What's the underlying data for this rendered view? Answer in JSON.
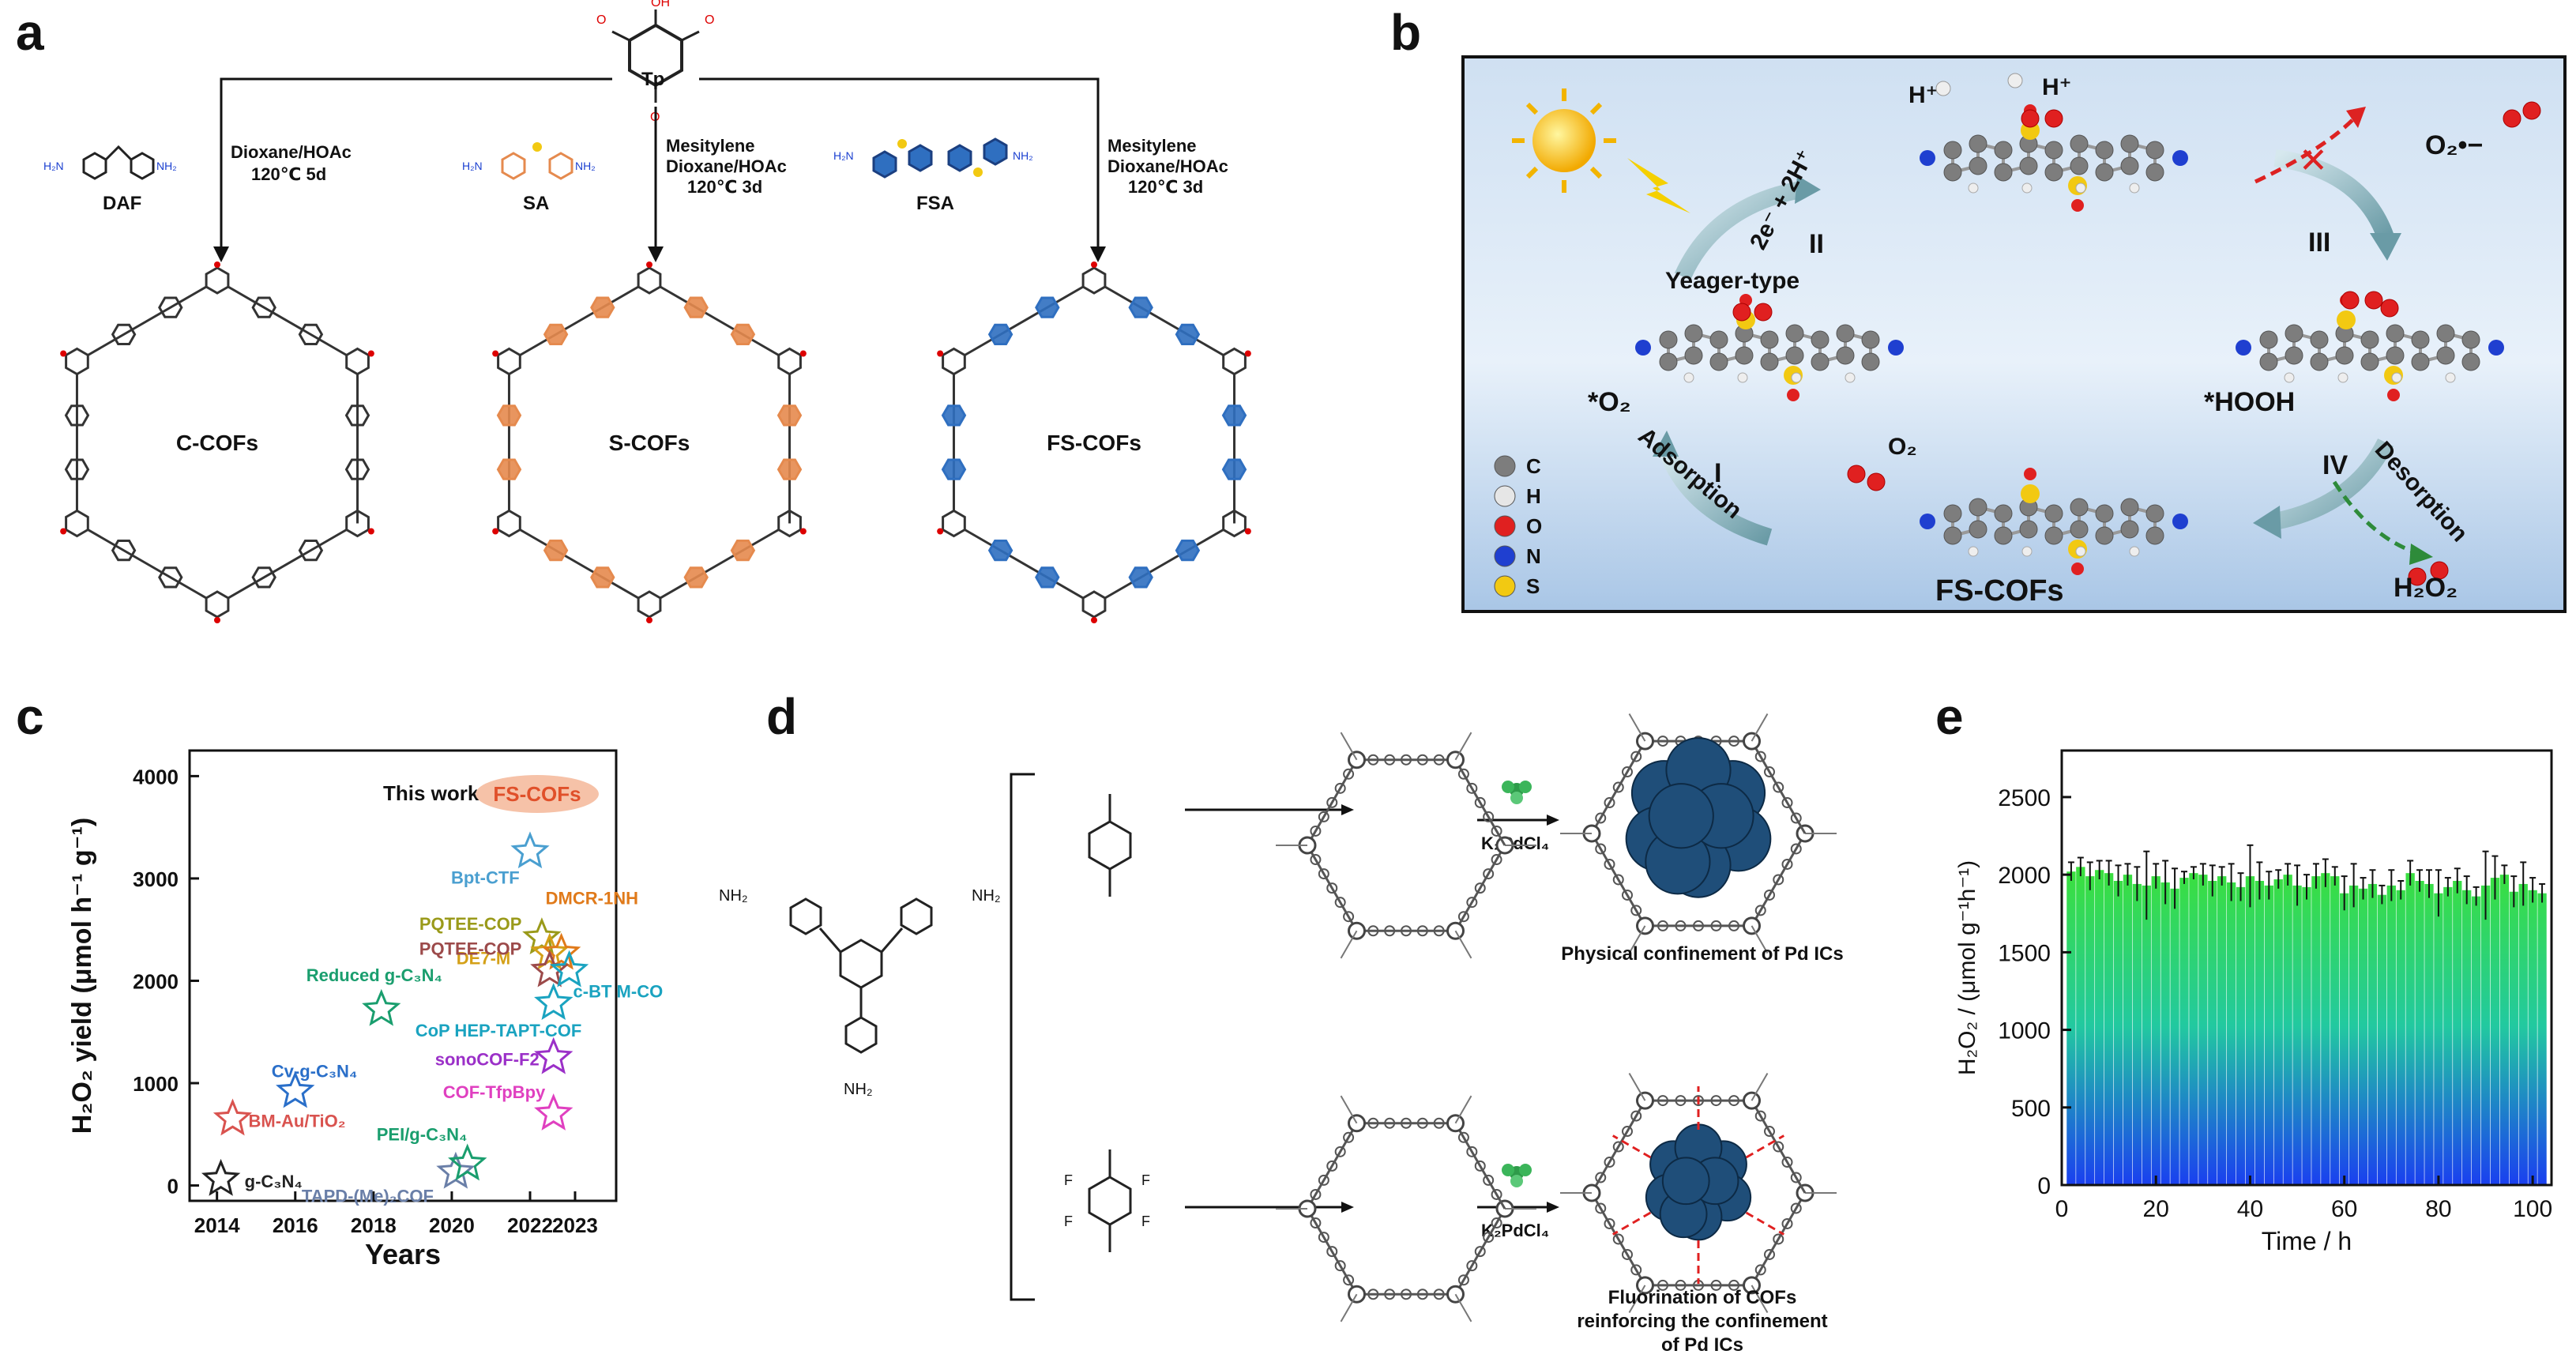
{
  "panels": {
    "a": {
      "label": "a",
      "monomer_top": "Tp",
      "linkers": [
        "DAF",
        "SA",
        "FSA"
      ],
      "conditions": [
        [
          "Dioxane/HOAc",
          "120℃ 5d"
        ],
        [
          "Mesitylene",
          "Dioxane/HOAc",
          "120℃ 3d"
        ],
        [
          "Mesitylene",
          "Dioxane/HOAc",
          "120℃ 3d"
        ]
      ],
      "products": [
        "C-COFs",
        "S-COFs",
        "FS-COFs"
      ],
      "colors": {
        "c": "#555555",
        "s": "#e58a4e",
        "fs": "#2f6fc0"
      }
    },
    "b": {
      "label": "b",
      "hplus1": "H⁺",
      "hplus2": "H⁺",
      "step_label_top": "2e⁻ + 2H⁺",
      "step_II": "II",
      "step_III": "III",
      "step_I": "I",
      "step_IV": "IV",
      "yeager": "Yeager-type",
      "o2_star": "*O₂",
      "hooh_star": "*HOOH",
      "superoxide": "O₂•−",
      "o2": "O₂",
      "h2o2": "H₂O₂",
      "adsorption": "Adsorption",
      "desorption": "Desorption",
      "fs_cofs": "FS-COFs",
      "legend": [
        {
          "sym": "C",
          "color": "#7d7d7d"
        },
        {
          "sym": "H",
          "color": "#e6e6e6"
        },
        {
          "sym": "O",
          "color": "#e02020"
        },
        {
          "sym": "N",
          "color": "#1f3fd0"
        },
        {
          "sym": "S",
          "color": "#f2c912"
        }
      ]
    },
    "c": {
      "label": "c",
      "this_work": "This work",
      "fs_label": "FS-COFs"
    },
    "d": {
      "label": "d",
      "nh2": [
        "NH₂",
        "NH₂",
        "NH₂"
      ],
      "reagent1": "K₂PdCl₄",
      "reagent2": "K₂PdCl₄",
      "caption1": "Physical confinement of Pd ICs",
      "caption2": [
        "Fluorination of COFs",
        "reinforcing the confinement",
        "of Pd ICs"
      ]
    },
    "e": {
      "label": "e"
    }
  },
  "chart_data": [
    {
      "type": "scatter",
      "xlabel": "Years",
      "ylabel": "H₂O₂ yield (μmol h⁻¹ g⁻¹)",
      "xlim": [
        2013.3,
        2024.2
      ],
      "ylim": [
        -150,
        4250
      ],
      "x_ticks": [
        "2014",
        "2016",
        "2018",
        "2020",
        "2022",
        "2023"
      ],
      "y_ticks": [
        "0",
        "1000",
        "2000",
        "3000",
        "4000"
      ],
      "points": [
        {
          "name": "g-C₃N₄",
          "x": 2014.1,
          "y": 60,
          "color": "#222222"
        },
        {
          "name": "BM-Au/TiO₂",
          "x": 2014.4,
          "y": 650,
          "color": "#d9534f"
        },
        {
          "name": "Cv-g-C₃N₄",
          "x": 2016.0,
          "y": 920,
          "color": "#2a6fc9"
        },
        {
          "name": "Reduced g-C₃N₄",
          "x": 2018.2,
          "y": 1720,
          "color": "#1a9e6e"
        },
        {
          "name": "TAPD-(Me)₂COF",
          "x": 2020.1,
          "y": 130,
          "color": "#6a7fa8"
        },
        {
          "name": "PEI/g-C₃N₄",
          "x": 2020.4,
          "y": 210,
          "color": "#1a9e6e"
        },
        {
          "name": "Bpt-CTF",
          "x": 2022.0,
          "y": 3260,
          "color": "#4a9fd0"
        },
        {
          "name": "PQTEE-COP",
          "x": 2022.3,
          "y": 2420,
          "color": "#9a9a1a"
        },
        {
          "name": "DE7-M",
          "x": 2022.5,
          "y": 2270,
          "color": "#d4a017"
        },
        {
          "name": "DMCR-1NH",
          "x": 2022.8,
          "y": 2270,
          "color": "#e07a1a"
        },
        {
          "name": "PQTEE-COP",
          "x": 2022.5,
          "y": 2100,
          "color": "#9c4a4a"
        },
        {
          "name": "c-BT M-COF",
          "x": 2023.0,
          "y": 2100,
          "color": "#1aa3c0"
        },
        {
          "name": "CoP HEP-TAPT-COF",
          "x": 2022.6,
          "y": 1780,
          "color": "#1aa3c0"
        },
        {
          "name": "sonoCOF-F2",
          "x": 2022.6,
          "y": 1250,
          "color": "#9b30c8"
        },
        {
          "name": "COF-TfpBpy",
          "x": 2022.6,
          "y": 700,
          "color": "#e040c0"
        }
      ],
      "highlight": "FS-COFs"
    },
    {
      "type": "bar",
      "xlabel": "Time / h",
      "ylabel": "H₂O₂ / (μmol g⁻¹h⁻¹)",
      "xlim": [
        0,
        104
      ],
      "ylim": [
        0,
        2800
      ],
      "x_ticks": [
        0,
        20,
        40,
        60,
        80,
        100
      ],
      "y_ticks": [
        0,
        500,
        1000,
        1500,
        2000,
        2500
      ],
      "x": [
        2,
        4,
        6,
        8,
        10,
        12,
        14,
        16,
        18,
        20,
        22,
        24,
        26,
        28,
        30,
        32,
        34,
        36,
        38,
        40,
        42,
        44,
        46,
        48,
        50,
        52,
        54,
        56,
        58,
        60,
        62,
        64,
        66,
        68,
        70,
        72,
        74,
        76,
        78,
        80,
        82,
        84,
        86,
        88,
        90,
        92,
        94,
        96,
        98,
        100,
        102
      ],
      "values": [
        2020,
        2050,
        1990,
        2030,
        2010,
        1960,
        2000,
        1940,
        1930,
        1990,
        1950,
        1910,
        1980,
        2010,
        2000,
        1960,
        1990,
        1950,
        1920,
        1990,
        1960,
        1930,
        1970,
        2000,
        1930,
        1920,
        1990,
        2010,
        1990,
        1880,
        1930,
        1910,
        1940,
        1870,
        1930,
        1900,
        2010,
        1960,
        1940,
        1880,
        1920,
        1960,
        1900,
        1860,
        1930,
        1980,
        2000,
        1890,
        1940,
        1900,
        1880
      ],
      "errors": [
        60,
        60,
        90,
        60,
        80,
        100,
        70,
        110,
        220,
        80,
        140,
        130,
        40,
        40,
        70,
        100,
        60,
        120,
        90,
        200,
        120,
        90,
        60,
        70,
        130,
        80,
        80,
        90,
        60,
        110,
        140,
        70,
        90,
        60,
        100,
        60,
        80,
        70,
        90,
        150,
        60,
        80,
        90,
        60,
        220,
        140,
        60,
        100,
        140,
        80,
        60
      ],
      "gradient": [
        "#1a3ff0",
        "#22c9a0",
        "#3be03b"
      ]
    }
  ]
}
